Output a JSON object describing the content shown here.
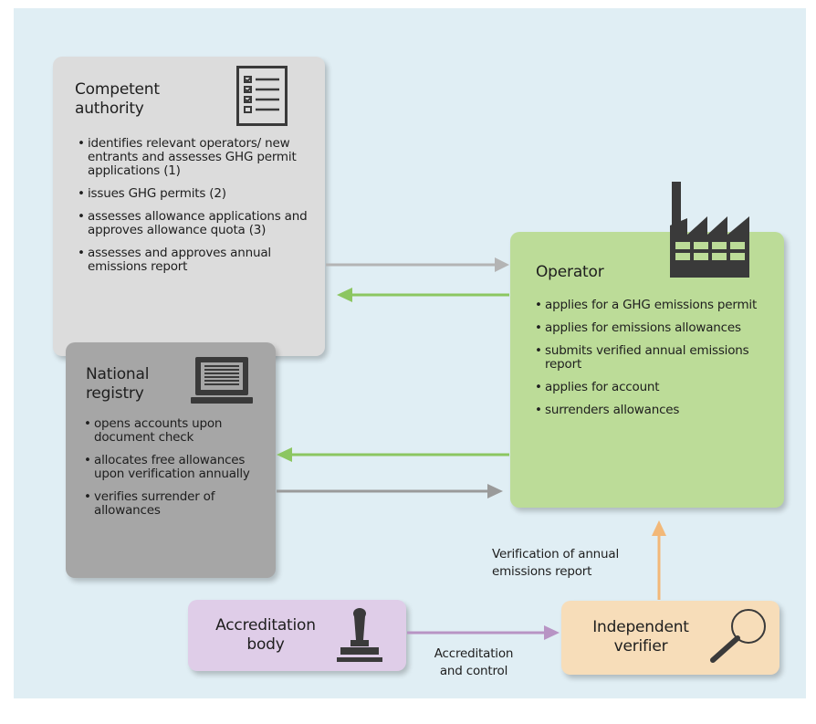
{
  "competent_authority": {
    "title_line1": "Competent",
    "title_line2": "authority",
    "items": [
      "identifies relevant operators/ new entrants and assesses GHG permit applications (1)",
      "issues GHG permits (2)",
      "assesses allowance applications and approves allowance quota (3)",
      "assesses and approves annual emissions report"
    ]
  },
  "national_registry": {
    "title_line1": "National",
    "title_line2": "registry",
    "items": [
      "opens accounts upon document check",
      "allocates free allowances upon verification annually",
      "verifies surrender of allowances"
    ]
  },
  "operator": {
    "title": "Operator",
    "items": [
      "applies for a GHG emissions permit",
      "applies for emissions allowances",
      "submits verified annual emissions report",
      "applies for account",
      "surrenders  allowances"
    ]
  },
  "accreditation_body": {
    "title_line1": "Accreditation",
    "title_line2": "body"
  },
  "independent_verifier": {
    "title_line1": "Independent",
    "title_line2": "verifier"
  },
  "labels": {
    "verification_line1": "Verification of annual",
    "verification_line2": "emissions report",
    "accreditation_line1": "Accreditation",
    "accreditation_line2": "and control"
  },
  "colors": {
    "canvas": "#e0eef4",
    "competent_authority": "#dcdcdc",
    "national_registry": "#a6a6a6",
    "operator": "#bcdc98",
    "accreditation_body": "#dfcde8",
    "independent_verifier": "#f7ddb9",
    "arrow_grey": "#b4b4b4",
    "arrow_green": "#8cc661",
    "arrow_purple": "#b894c4",
    "arrow_orange": "#f2b878"
  },
  "icons": {
    "competent_authority": "checklist-icon",
    "national_registry": "laptop-icon",
    "operator": "factory-icon",
    "accreditation_body": "stamp-icon",
    "independent_verifier": "magnifier-icon"
  }
}
